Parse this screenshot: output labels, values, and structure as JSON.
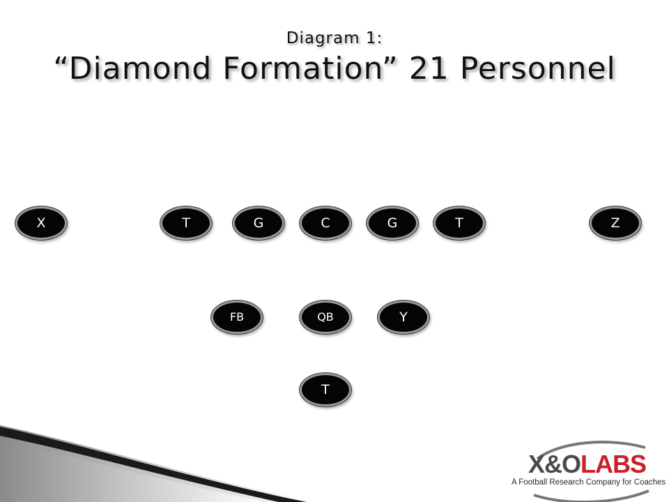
{
  "slide": {
    "subtitle": "Diagram 1:",
    "title": "“Diamond Formation” 21 Personnel"
  },
  "formation": {
    "line_of_scrimmage": [
      {
        "label": "X"
      },
      {
        "label": "T"
      },
      {
        "label": "G"
      },
      {
        "label": "C"
      },
      {
        "label": "G"
      },
      {
        "label": "T"
      },
      {
        "label": "Z"
      }
    ],
    "backfield": [
      {
        "label": "FB"
      },
      {
        "label": "QB"
      },
      {
        "label": "Y"
      }
    ],
    "deep": [
      {
        "label": "T"
      }
    ]
  },
  "logo": {
    "brand_part1": "X&O",
    "brand_part2": "LABS",
    "tagline": "A Football Research Company for Coaches",
    "colors": {
      "gray": "#4a4a4a",
      "red": "#c9202a"
    }
  },
  "colors": {
    "player_fill": "#050505",
    "player_border": "#9a9a9a",
    "player_text": "#ffffff"
  }
}
